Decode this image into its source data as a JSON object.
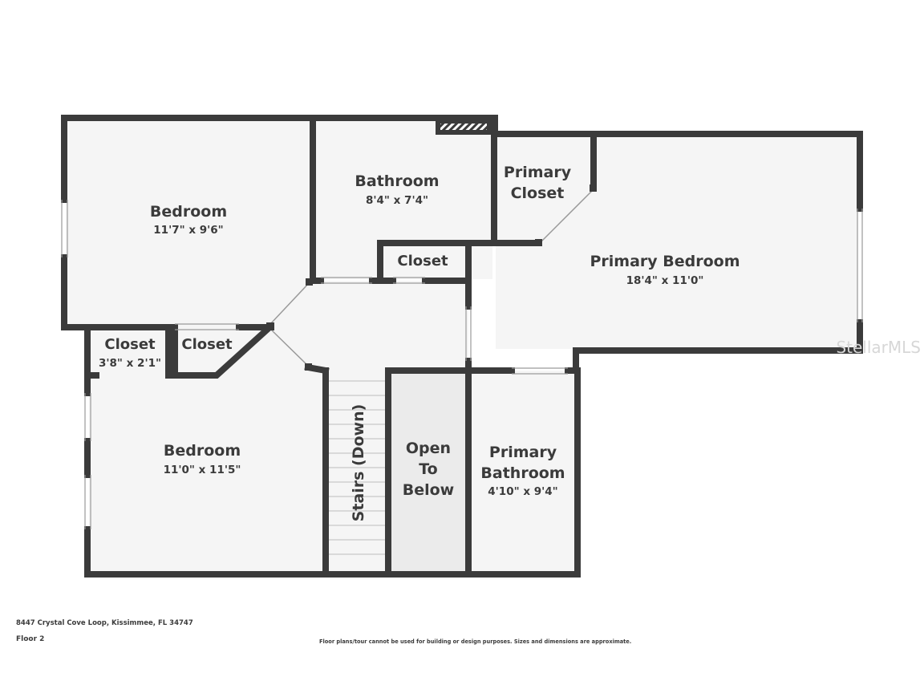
{
  "rooms": [
    {
      "name": "Bedroom",
      "dims": "11'7\" x 9'6\""
    },
    {
      "name": "Bathroom",
      "dims": "8'4\" x 7'4\""
    },
    {
      "name_lines": [
        "Primary",
        "Closet"
      ]
    },
    {
      "name": "Primary Bedroom",
      "dims": "18'4\" x 11'0\""
    },
    {
      "name": "Closet"
    },
    {
      "name": "Closet",
      "dims": "3'8\" x 2'1\""
    },
    {
      "name": "Closet"
    },
    {
      "name": "Bedroom",
      "dims": "11'0\" x 11'5\""
    },
    {
      "name": "Stairs (Down)"
    },
    {
      "name_lines": [
        "Open",
        "To",
        "Below"
      ]
    },
    {
      "name_lines": [
        "Primary",
        "Bathroom"
      ],
      "dims": "4'10\" x 9'4\""
    }
  ],
  "watermark": "StellarMLS",
  "footer": {
    "address": "8447 Crystal Cove Loop, Kissimmee, FL 34747",
    "floor": "Floor 2",
    "disclaimer": "Floor plans/tour cannot be used for building or design purposes. Sizes and dimensions are approximate."
  },
  "colors": {
    "wall": "#3b3b3b",
    "floor": "#f5f5f5",
    "open_below": "#ebebeb",
    "text": "#3b3b3b"
  }
}
